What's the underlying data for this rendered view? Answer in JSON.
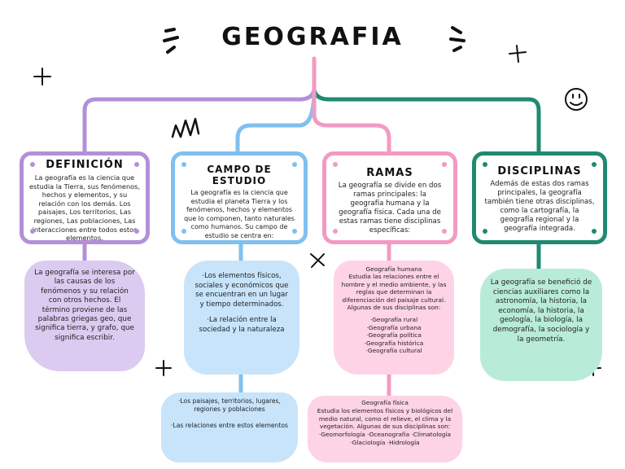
{
  "title": "GEOGRAFIA",
  "colors": {
    "purple": "#b48fd9",
    "blue": "#7fc0ef",
    "pink": "#f39ac3",
    "green": "#1f8a70"
  },
  "cards": {
    "definicion": {
      "title": "DEFINICIÓN",
      "text": "La geografía es la ciencia que estudia la Tierra, sus fenómenos, hechos y elementos, y su relación con los demás. Los paisajes, Los territorios, Las regiones, Las poblaciones, Las interacciones entre todos estos elementos."
    },
    "campo": {
      "title": "CAMPO DE ESTUDIO",
      "text": "La geografía es la ciencia que estudia el planeta Tierra y los fenómenos, hechos y elementos que lo componen, tanto naturales como humanos. Su campo de estudio se centra en:"
    },
    "ramas": {
      "title": "RAMAS",
      "text": "La geografía se divide en dos ramas principales: la geografía humana y la geografía física. Cada una de estas ramas tiene disciplinas específicas:"
    },
    "disciplinas": {
      "title": "DISCIPLINAS",
      "text": "Además de estas dos ramas principales, la geografía también tiene otras disciplinas, como la cartografía, la geografía regional y la geografía integrada."
    }
  },
  "blobs": {
    "definicion": {
      "text": "La geografía se interesa por las causas de los fenómenos y su relación con otros hechos. El término proviene de las palabras griegas geo, que significa tierra, y grafo, que significa escribir."
    },
    "campo_1": {
      "item1": "·Los elementos físicos, sociales y económicos que se encuentran en un lugar y tiempo determinados.",
      "item2": "·La relación entre la sociedad y la naturaleza"
    },
    "campo_2": {
      "item1": "·Los paisajes, territorios, lugares, regiones y poblaciones",
      "item2": "·Las relaciones entre estos elementos"
    },
    "humana": {
      "title": "Geografía humana",
      "text": "Estudia las relaciones entre el hombre y el medio ambiente, y las reglas que determinan la diferenciación del paisaje cultural. Algunas de sus disciplinas son:",
      "items": [
        "·Geografía rural",
        "·Geografía urbana",
        "·Geografía política",
        "·Geografía histórica",
        "·Geografía cultural"
      ]
    },
    "fisica": {
      "title": "Geografía física",
      "text": "Estudia los elementos físicos y biológicos del medio natural, como el relieve, el clima y la vegetación. Algunas de sus disciplinas son:",
      "line1": "·Geomorfología   ·Oceanografía   ·Climatología",
      "line2": "·Glaciología   ·Hidrología"
    },
    "disciplinas": {
      "text": "La geografía se benefició de ciencias auxiliares como la astronomía, la historia, la economía, la historia, la geología, la biología, la demografía, la sociología y la geometría."
    }
  }
}
